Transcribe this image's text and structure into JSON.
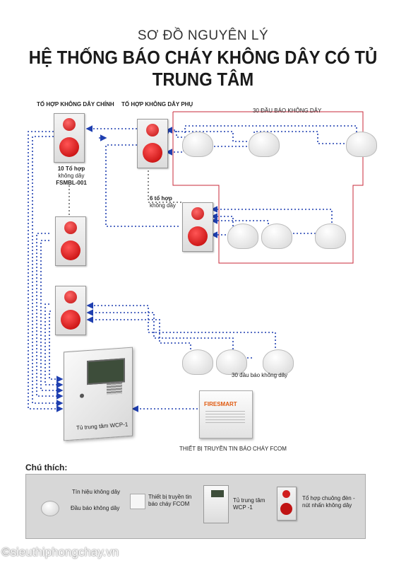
{
  "header": {
    "subtitle": "SƠ ĐỒ NGUYÊN LÝ",
    "title": "HỆ THỐNG BÁO CHÁY KHÔNG DÂY CÓ TỦ TRUNG TÂM"
  },
  "labels": {
    "main_combo": "TỐ HỢP KHÔNG DÂY CHÍNH",
    "sub_combo": "TỐ HỢP KHÔNG DÂY PHỤ",
    "detectors_top": "30 ĐẦU BÁO KHÔNG DÂY",
    "combo_count_line1": "10 Tổ hợp",
    "combo_count_line2": "không dây",
    "combo_model": "FSMBL-001",
    "sub_count_line1": "6 tổ hợp",
    "sub_count_line2": "không dây",
    "detectors_bottom": "30 đầu báo không dây",
    "panel_label": "Tủ trung tâm WCP-1",
    "fcom_label": "THIẾT BỊ TRUYỀN TIN BÁO CHÁY FCOM",
    "fcom_brand": "FIRESMART"
  },
  "legend": {
    "title": "Chú thích:",
    "signal": "Tín hiệu không dây",
    "detector": "Đầu báo không dây",
    "fcom_line1": "Thiết bị truyền tin",
    "fcom_line2": "báo cháy FCOM",
    "panel_line1": "Tủ trung tâm",
    "panel_line2": "WCP -1",
    "combo_line1": "Tổ hợp chuông đèn -",
    "combo_line2": "nút nhấn không dây"
  },
  "watermark": "©sieuthiphongchay.vn",
  "colors": {
    "signal": "#1f3fb0",
    "zone_border": "#c8283a",
    "alarm_red": "#d01e1e"
  }
}
